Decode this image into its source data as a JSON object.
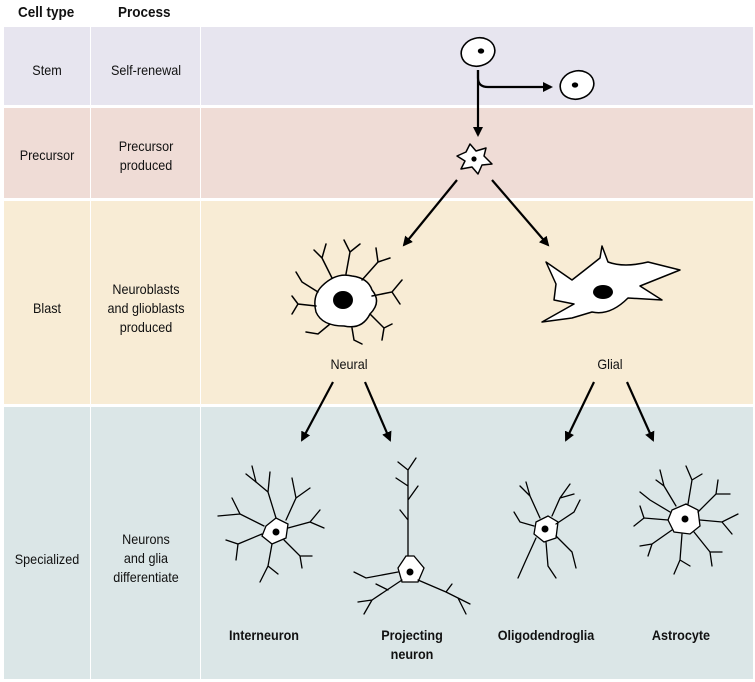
{
  "headers": {
    "cell_type": "Cell type",
    "process": "Process"
  },
  "rows": [
    {
      "id": "stem",
      "cell_type": "Stem",
      "process": "Self-renewal",
      "color": "#e7e5ef"
    },
    {
      "id": "precursor",
      "cell_type": "Precursor",
      "process": "Precursor\nproduced",
      "color": "#efdcd6"
    },
    {
      "id": "blast",
      "cell_type": "Blast",
      "process": "Neuroblasts\nand glioblasts\nproduced",
      "color": "#f8ecd5"
    },
    {
      "id": "specialized",
      "cell_type": "Specialized",
      "process": "Neurons\nand glia\ndifferentiate",
      "color": "#dbe6e7"
    }
  ],
  "blast_labels": {
    "neural": "Neural",
    "glial": "Glial"
  },
  "specialized_cells": {
    "interneuron": "Interneuron",
    "projecting": "Projecting\nneuron",
    "oligo": "Oligodendroglia",
    "astrocyte": "Astrocyte"
  },
  "icons": [
    "stem-cell-icon",
    "precursor-cell-icon",
    "neuroblast-icon",
    "glioblast-icon",
    "interneuron-icon",
    "projecting-neuron-icon",
    "oligodendroglia-icon",
    "astrocyte-icon"
  ]
}
